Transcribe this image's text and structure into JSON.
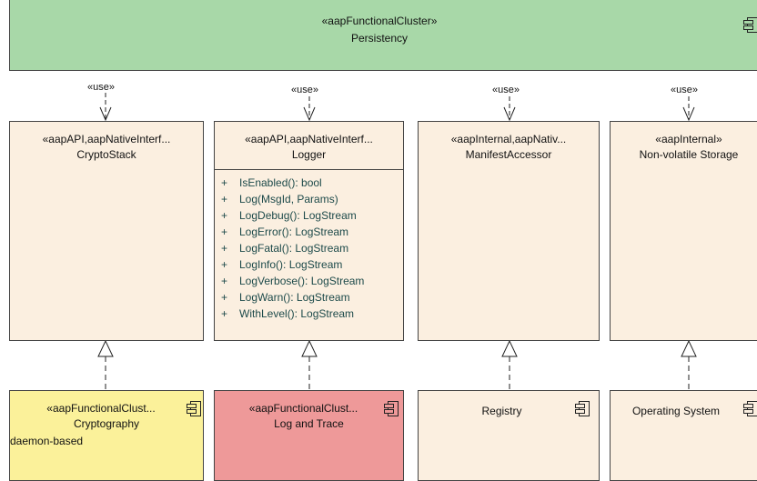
{
  "persistency": {
    "stereotype": "«aapFunctionalCluster»",
    "name": "Persistency"
  },
  "use_label": "«use»",
  "interfaces": [
    {
      "stereotype": "«aapAPI,aapNativeInterf...",
      "name": "CryptoStack"
    },
    {
      "stereotype": "«aapAPI,aapNativeInterf...",
      "name": "Logger",
      "operations": [
        {
          "vis": "+",
          "sig": "IsEnabled(): bool"
        },
        {
          "vis": "+",
          "sig": "Log(MsgId, Params)"
        },
        {
          "vis": "+",
          "sig": "LogDebug(): LogStream"
        },
        {
          "vis": "+",
          "sig": "LogError(): LogStream"
        },
        {
          "vis": "+",
          "sig": "LogFatal(): LogStream"
        },
        {
          "vis": "+",
          "sig": "LogInfo(): LogStream"
        },
        {
          "vis": "+",
          "sig": "LogVerbose(): LogStream"
        },
        {
          "vis": "+",
          "sig": "LogWarn(): LogStream"
        },
        {
          "vis": "+",
          "sig": "WithLevel(): LogStream"
        }
      ]
    },
    {
      "stereotype": "«aapInternal,aapNativ...",
      "name": "ManifestAccessor"
    },
    {
      "stereotype": "«aapInternal»",
      "name": "Non-volatile Storage"
    }
  ],
  "components": [
    {
      "stereotype": "«aapFunctionalClust...",
      "name": "Cryptography",
      "extra": "daemon-based",
      "fill": "#fbf19a"
    },
    {
      "stereotype": "«aapFunctionalClust...",
      "name": "Log and Trace",
      "fill": "#ee9999"
    },
    {
      "name": "Registry",
      "fill": "#fbefe0"
    },
    {
      "name": "Operating System",
      "fill": "#fbefe0"
    }
  ]
}
